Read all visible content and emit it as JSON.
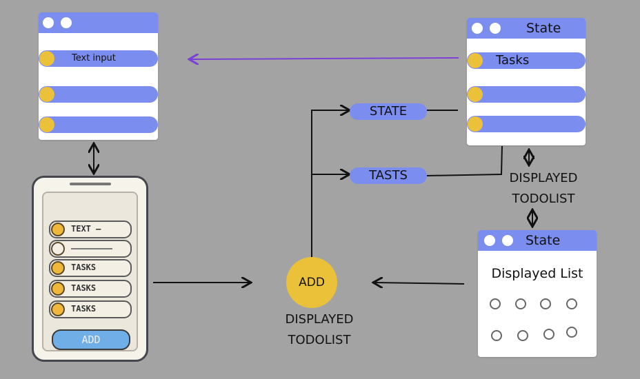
{
  "window_top_left": {
    "row_label": "Text input"
  },
  "window_top_right": {
    "title": "State",
    "row_label": "Tasks"
  },
  "pills": {
    "state": "STATE",
    "tasks": "TASTS"
  },
  "side_label": {
    "line1": "DISPLAYED",
    "line2": "TODOLIST"
  },
  "window_bottom_right": {
    "title": "State",
    "heading": "Displayed List"
  },
  "add_button": {
    "label": "ADD"
  },
  "bottom_label": {
    "line1": "DISPLAYED",
    "line2": "TODOLIST"
  },
  "phone": {
    "rows": [
      "TEXT —",
      "",
      "TASKS",
      "TASKS",
      "TASKS"
    ],
    "button": "ADD"
  },
  "colors": {
    "background": "#a3a3a3",
    "accent_blue": "#7b8ef0",
    "knob_yellow": "#ecc13a",
    "arrow_purple": "#7a3fd6"
  }
}
